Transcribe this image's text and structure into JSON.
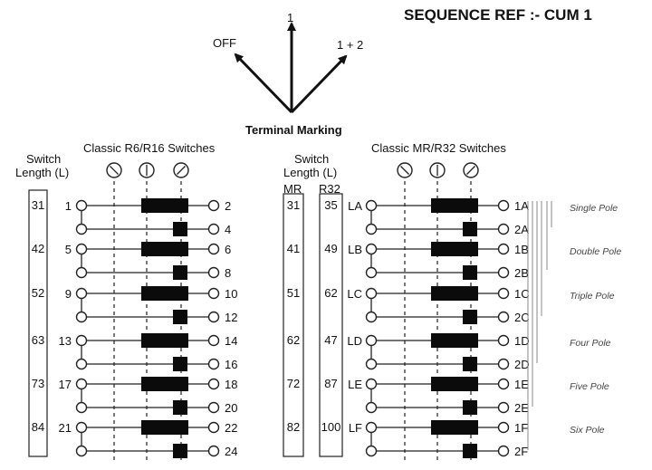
{
  "title": "SEQUENCE  REF :- CUM 1",
  "terminal_marking": {
    "label": "Terminal Marking",
    "left": "OFF",
    "up": "1",
    "right": "1 + 2"
  },
  "left_panel": {
    "title": "Classic R6/R16 Switches",
    "length_header": [
      "Switch",
      "Length (L)"
    ],
    "lengths": [
      "31",
      "42",
      "52",
      "63",
      "73",
      "84"
    ],
    "rows": [
      {
        "a": "1",
        "b": "2",
        "c": "4"
      },
      {
        "a": "5",
        "b": "6",
        "c": "8"
      },
      {
        "a": "9",
        "b": "10",
        "c": "12"
      },
      {
        "a": "13",
        "b": "14",
        "c": "16"
      },
      {
        "a": "17",
        "b": "18",
        "c": "20"
      },
      {
        "a": "21",
        "b": "22",
        "c": "24"
      }
    ]
  },
  "right_panel": {
    "title": "Classic MR/R32 Switches",
    "length_header": [
      "Switch",
      "Length (L)"
    ],
    "col_mr": "MR",
    "col_r32": "R32",
    "mr_lengths": [
      "31",
      "41",
      "51",
      "62",
      "72",
      "82"
    ],
    "r32_lengths": [
      "35",
      "49",
      "62",
      "47",
      "87",
      "100"
    ],
    "rows": [
      {
        "a": "LA",
        "b": "1A",
        "c": "2A"
      },
      {
        "a": "LB",
        "b": "1B",
        "c": "2B"
      },
      {
        "a": "LC",
        "b": "1C",
        "c": "2C"
      },
      {
        "a": "LD",
        "b": "1D",
        "c": "2D"
      },
      {
        "a": "LE",
        "b": "1E",
        "c": "2E"
      },
      {
        "a": "LF",
        "b": "1F",
        "c": "2F"
      }
    ],
    "poles": [
      "Single Pole",
      "Double Pole",
      "Triple Pole",
      "Four Pole",
      "Five Pole",
      "Six Pole"
    ]
  }
}
